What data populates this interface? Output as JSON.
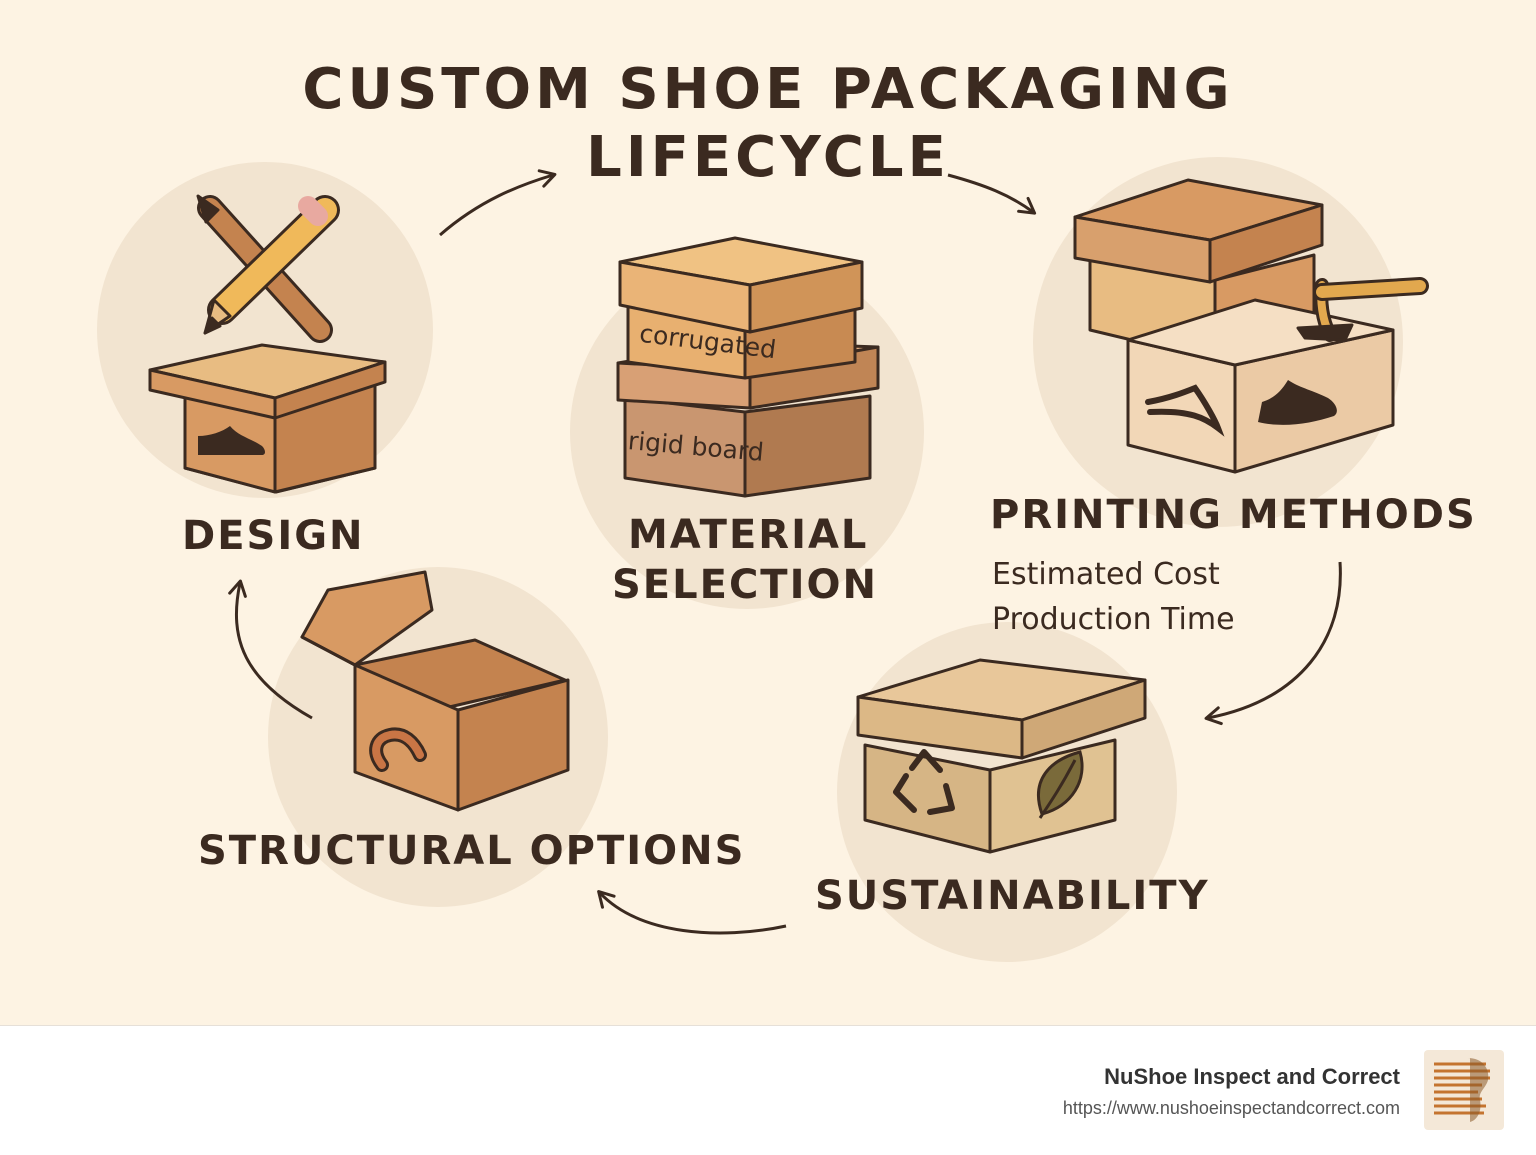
{
  "title_line1": "CUSTOM SHOE PACKAGING",
  "title_line2": "LIFECYCLE",
  "stages": {
    "design": "DESIGN",
    "material_line1": "MATERIAL",
    "material_line2": "SELECTION",
    "printing": "PRINTING METHODS",
    "printing_detail1": "Estimated Cost",
    "printing_detail2": "Production Time",
    "sustainability": "SUSTAINABILITY",
    "structural": "STRUCTURAL OPTIONS"
  },
  "material_labels": {
    "top": "corrugated",
    "bottom": "rigid board"
  },
  "footer": {
    "brand": "NuShoe Inspect and Correct",
    "url": "https://www.nushoeinspectandcorrect.com"
  },
  "colors": {
    "background": "#fdf3e3",
    "circle": "#f2e4d0",
    "text": "#3b2a20",
    "box_light": "#e8bc82",
    "box_mid": "#d89a63",
    "box_dark": "#c4834f"
  },
  "icons": [
    "pencil-icon",
    "shoe-icon",
    "magnet-icon",
    "recycle-icon",
    "leaf-icon",
    "swoosh-icon"
  ]
}
